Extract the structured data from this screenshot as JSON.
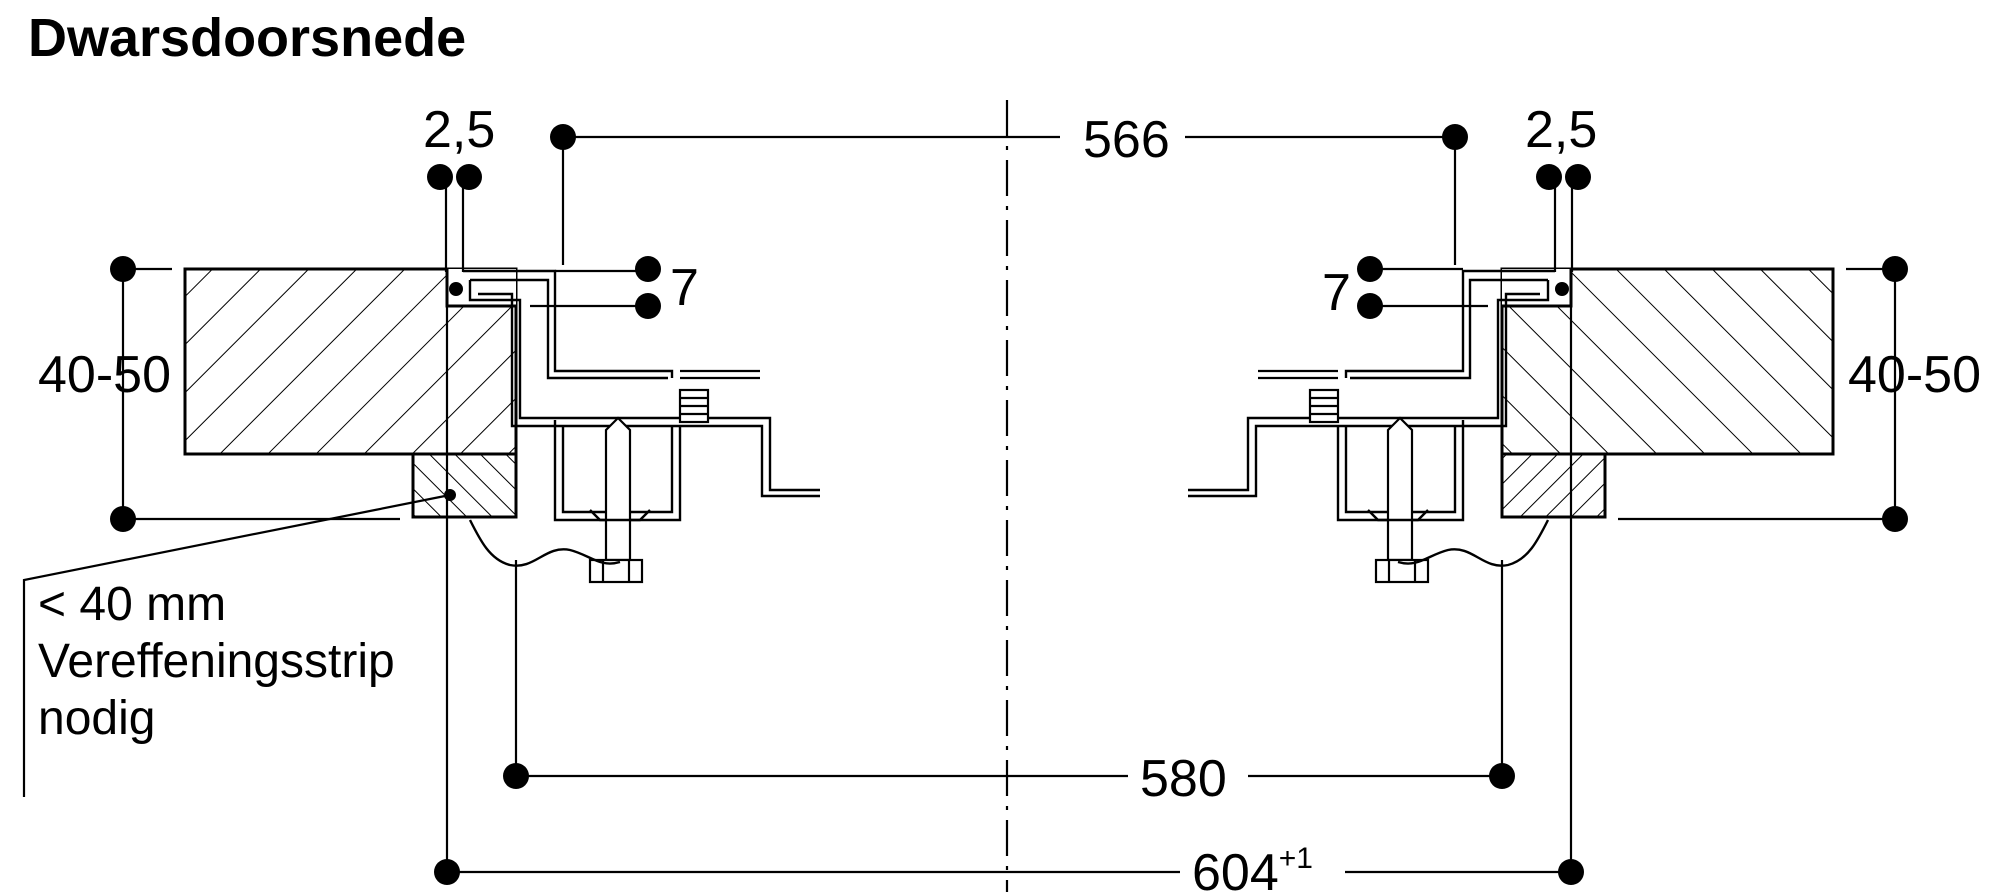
{
  "title": "Dwarsdoorsnede",
  "labels": {
    "gap_left": "2,5",
    "gap_right": "2,5",
    "width_566": "566",
    "depth_left": "7",
    "depth_right": "7",
    "thickness_left": "40-50",
    "thickness_right": "40-50",
    "width_580": "580",
    "width_604": "604",
    "width_604_tolerance": "+1"
  },
  "note": {
    "line1": "< 40 mm",
    "line2": "Vereffeningsstrip",
    "line3": "nodig"
  }
}
